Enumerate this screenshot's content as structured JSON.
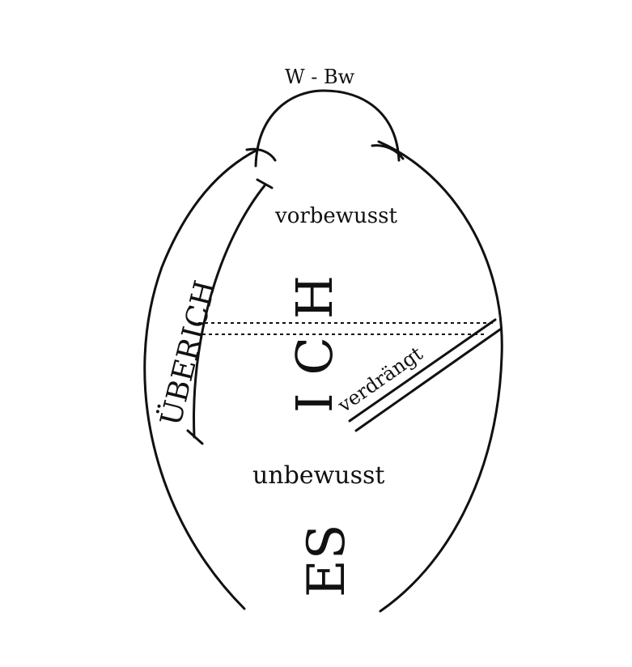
{
  "diagram": {
    "perception_system": "W - Bw",
    "preconscious": "vorbewusst",
    "ego": "ICH",
    "superego": "ÜBERICH",
    "repressed": "verdrängt",
    "unconscious": "unbewusst",
    "id": "ES"
  },
  "colors": {
    "ink": "#111111",
    "paper": "#ffffff"
  }
}
